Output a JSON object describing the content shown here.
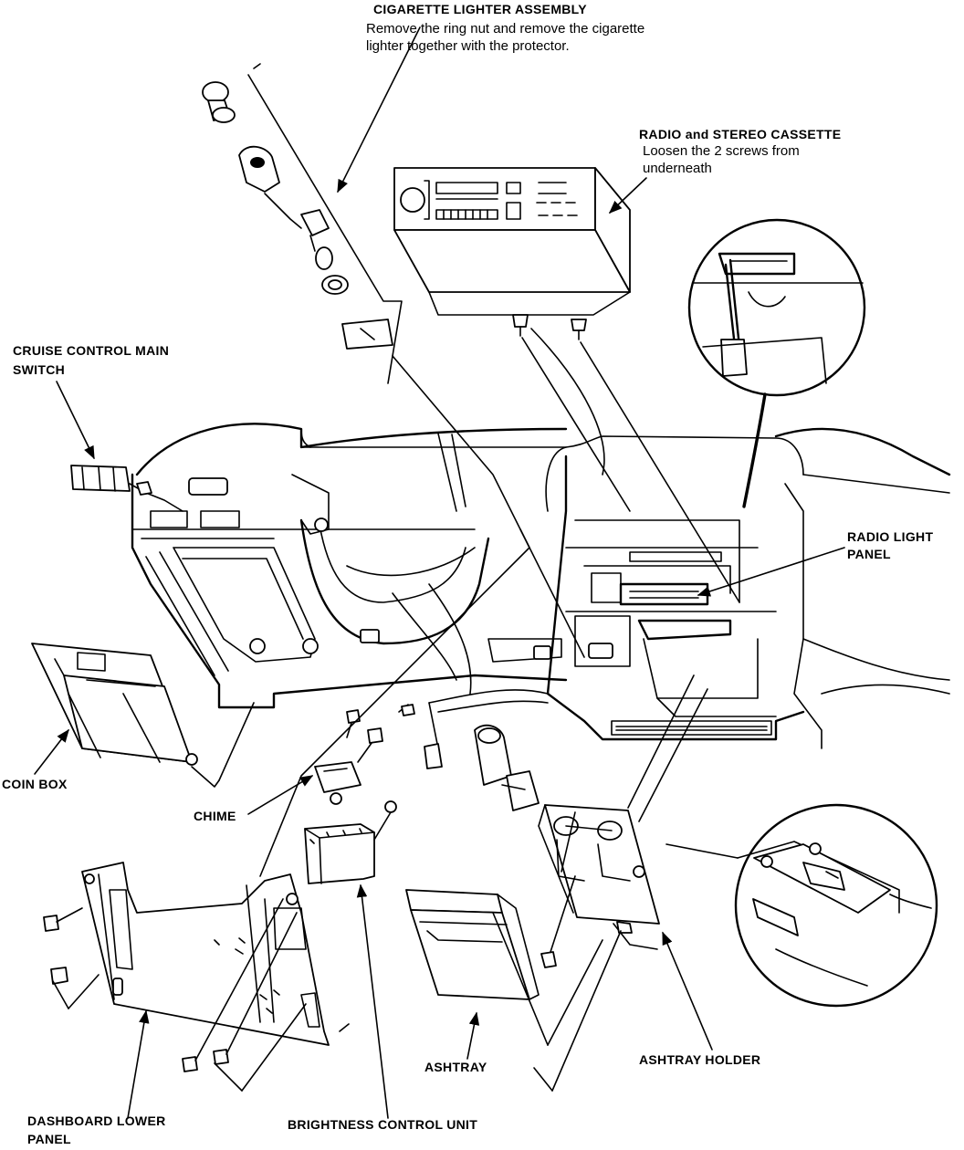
{
  "labels": {
    "cigarette_lighter": {
      "title": "CIGARETTE LIGHTER ASSEMBLY",
      "note_1": "Remove the ring nut and remove the cigarette",
      "note_2": "lighter together with the protector."
    },
    "radio_cassette": {
      "title": "RADIO and STEREO CASSETTE",
      "note_1": "Loosen the 2 screws from",
      "note_2": "underneath"
    },
    "cruise_control": {
      "line_1": "CRUISE CONTROL MAIN",
      "line_2": "SWITCH"
    },
    "radio_light_panel": {
      "line_1": "RADIO LIGHT",
      "line_2": "PANEL"
    },
    "coin_box": "COIN BOX",
    "chime": "CHIME",
    "ashtray": "ASHTRAY",
    "ashtray_holder": "ASHTRAY HOLDER",
    "dashboard_lower_panel": {
      "line_1": "DASHBOARD LOWER",
      "line_2": "PANEL"
    },
    "brightness_control_unit": "BRIGHTNESS CONTROL UNIT"
  },
  "colors": {
    "ink": "#000000",
    "paper": "#ffffff"
  }
}
